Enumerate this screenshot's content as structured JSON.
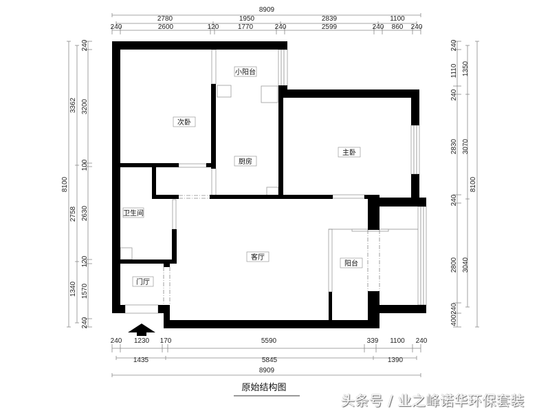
{
  "title": "原始结构图",
  "watermark": "头条号 / 业之峰诺华环保套装",
  "rooms": {
    "small_balcony": "小阳台",
    "second_bedroom": "次卧",
    "kitchen": "厨房",
    "master_bedroom": "主卧",
    "bathroom": "卫生间",
    "living_room": "客厅",
    "balcony": "阳台",
    "foyer": "门厅"
  },
  "dimensions": {
    "top_total": "8909",
    "top_row1": [
      "2780",
      "1950",
      "2839",
      "1100"
    ],
    "top_row2": [
      "240",
      "2600",
      "120",
      "1770",
      "240",
      "2599",
      "240",
      "860",
      "240"
    ],
    "left_total": "8100",
    "left_row1": [
      "3362",
      "2758",
      "1340"
    ],
    "left_row2": [
      "240",
      "3200",
      "100",
      "2630",
      "120",
      "1570",
      "240"
    ],
    "right_total": "8100",
    "right_row1": [
      "240",
      "1110",
      "240",
      "2830",
      "240",
      "2800",
      "400240"
    ],
    "right_row2": [
      "1350",
      "3070",
      "3040"
    ],
    "bottom_row1": [
      "240",
      "1230",
      "170",
      "5590",
      "339",
      "1100",
      "240"
    ],
    "bottom_row2": [
      "1435",
      "5845",
      "1390"
    ],
    "bottom_total": "8909"
  },
  "icons": {
    "entry": "entry-arrow-icon"
  }
}
